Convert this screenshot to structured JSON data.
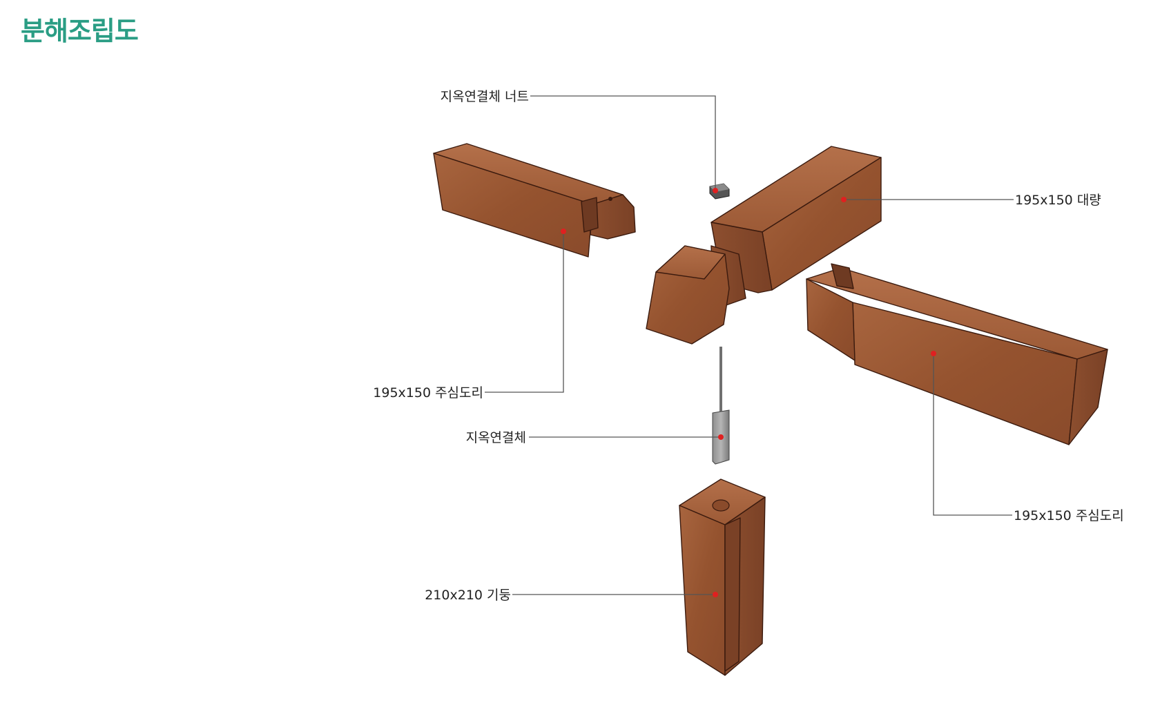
{
  "title": "분해조립도",
  "labels": {
    "nut": "지옥연결체 너트",
    "beam": "195x150 대량",
    "purlin_left": "195x150 주심도리",
    "connector": "지옥연결체",
    "purlin_right": "195x150 주심도리",
    "post": "210x210 기둥"
  },
  "colors": {
    "title": "#2a9d84",
    "wood_light": "#a05f3c",
    "wood_mid": "#8b4d2e",
    "wood_dark": "#6e3a22",
    "marker": "#e02020"
  }
}
